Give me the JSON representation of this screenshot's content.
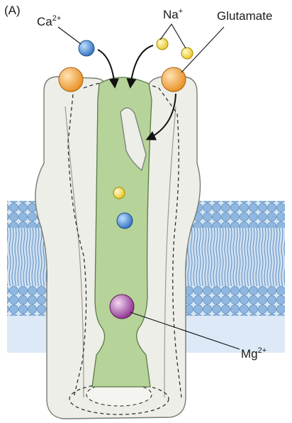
{
  "panel_label": "(A)",
  "labels": {
    "calcium": {
      "base": "Ca",
      "sup": "2+"
    },
    "sodium": {
      "base": "Na",
      "sup": "+"
    },
    "glutamate": "Glutamate",
    "magnesium": {
      "base": "Mg",
      "sup": "2+"
    }
  },
  "colors": {
    "channel_fill": "#eceee7",
    "pore_fill": "#b6d39a",
    "membrane_blue": "#8fb7df",
    "calcium_ion": "#3f84cf",
    "sodium_ion": "#f2dc4a",
    "glutamate_ligand": "#f2a23a",
    "magnesium_ion": "#9b3f9b"
  }
}
